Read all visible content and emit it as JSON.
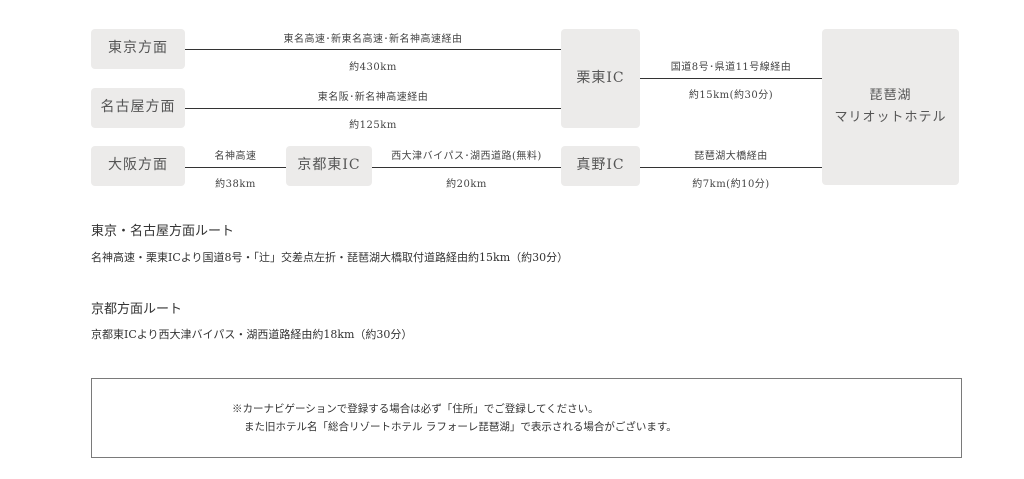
{
  "diagram": {
    "nodes": {
      "tokyo": "東京方面",
      "nagoya": "名古屋方面",
      "osaka": "大阪方面",
      "kyoto_higashi_ic": "京都東IC",
      "ritto_ic": "栗東IC",
      "seta_ic": "真野IC",
      "hotel_line1": "琵琶湖",
      "hotel_line2": "マリオットホテル"
    },
    "edges": {
      "tokyo_to_ritto": {
        "route": "東名高速･新東名高速･新名神高速経由",
        "distance": "約430km"
      },
      "nagoya_to_ritto": {
        "route": "東名阪･新名神高速経由",
        "distance": "約125km"
      },
      "osaka_to_kyoto": {
        "route": "名神高速",
        "distance": "約38km"
      },
      "kyoto_to_mano": {
        "route": "西大津バイパス･湖西道路(無料)",
        "distance": "約20km"
      },
      "ritto_to_hotel": {
        "route": "国道8号･県道11号線経由",
        "distance": "約15km(約30分)"
      },
      "mano_to_hotel": {
        "route": "琵琶湖大橋経由",
        "distance": "約7km(約10分)"
      }
    }
  },
  "routes": [
    {
      "title": "東京・名古屋方面ルート",
      "description": "名神高速・栗東ICより国道8号・「辻」交差点左折・琵琶湖大橋取付道路経由約15km（約30分）"
    },
    {
      "title": "京都方面ルート",
      "description": "京都東ICより西大津バイパス・湖西道路経由約18km（約30分）"
    }
  ],
  "notice": {
    "line1": "※カーナビゲーションで登録する場合は必ず「住所」でご登録してください。",
    "line2": "また旧ホテル名「総合リゾートホテル ラフォーレ琵琶湖」で表示される場合がございます。"
  },
  "colors": {
    "node_bg": "#ecebea",
    "line": "#333333",
    "text": "#3a3a3a",
    "notice_border": "#7a7a7a"
  }
}
